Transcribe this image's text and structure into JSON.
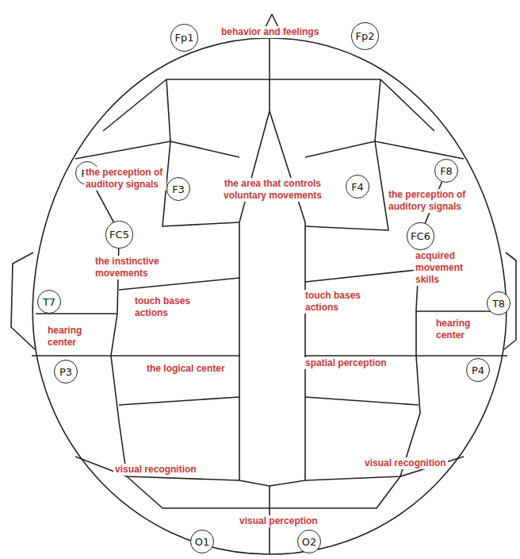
{
  "diagram": {
    "nodes": [
      {
        "text": [
          "Fp1"
        ]
      },
      {
        "text": [
          "Fp2"
        ]
      },
      {
        "text": [
          "F7"
        ]
      },
      {
        "text": [
          "F3"
        ]
      },
      {
        "text": [
          "F4"
        ]
      },
      {
        "text": [
          "F8"
        ]
      },
      {
        "text": [
          "FC5"
        ]
      },
      {
        "text": [
          "FC6"
        ]
      },
      {
        "text": [
          "T7"
        ]
      },
      {
        "text": [
          "T8"
        ]
      },
      {
        "text": [
          "P3"
        ]
      },
      {
        "text": [
          "P4"
        ]
      },
      {
        "text": [
          "O1"
        ]
      },
      {
        "text": [
          "O2"
        ]
      }
    ],
    "labels": [
      "behavior and feelings",
      "the area that controls voluntary movements",
      "the perception of auditory signals",
      "the perception of auditory signals",
      "the instinctive movements",
      "acquired movement skills",
      "touch bases actions",
      "touch bases actions",
      "hearing center",
      "hearing center",
      "the logical center",
      "spatial perception",
      "visual recognition",
      "visual recognition",
      "visual perception"
    ]
  }
}
